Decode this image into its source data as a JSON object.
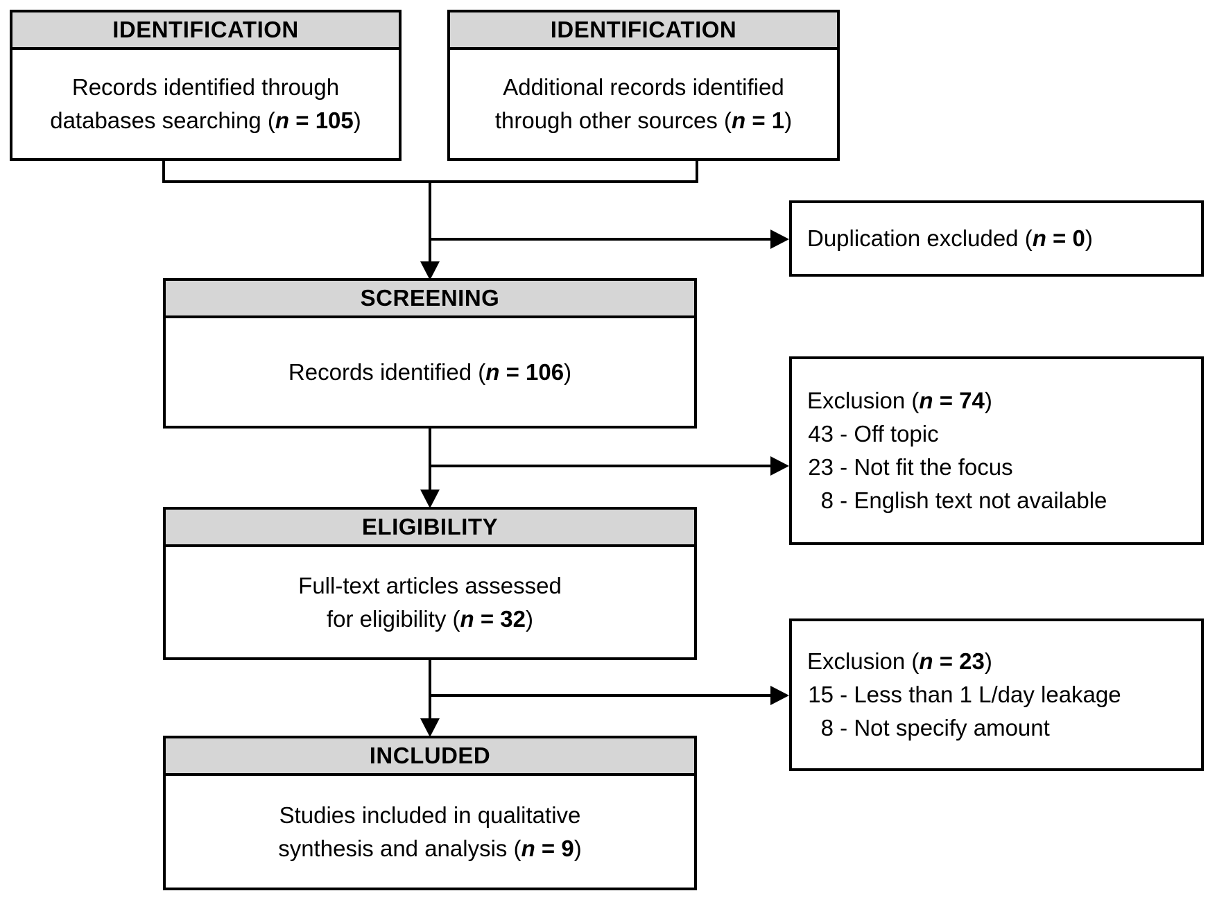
{
  "diagram": {
    "stages": {
      "identification_left": {
        "header": "IDENTIFICATION",
        "line1": "Records identified through",
        "line2_pre": "databases searching (",
        "n": "n",
        "eq": " = ",
        "value": "105",
        "close": ")"
      },
      "identification_right": {
        "header": "IDENTIFICATION",
        "line1": "Additional records identified",
        "line2_pre": "through other sources (",
        "n": "n",
        "eq": " = ",
        "value": "1",
        "close": ")"
      },
      "screening": {
        "header": "SCREENING",
        "line_pre": "Records identified (",
        "n": "n",
        "eq": " = ",
        "value": "106",
        "close": ")"
      },
      "eligibility": {
        "header": "ELIGIBILITY",
        "line1": "Full-text articles assessed",
        "line2_pre": "for eligibility (",
        "n": "n",
        "eq": " = ",
        "value": "32",
        "close": ")"
      },
      "included": {
        "header": "INCLUDED",
        "line1": "Studies included in qualitative",
        "line2_pre": "synthesis and analysis (",
        "n": "n",
        "eq": " = ",
        "value": "9",
        "close": ")"
      }
    },
    "side_notes": {
      "duplication": {
        "pre": "Duplication excluded (",
        "n": "n",
        "eq": " = ",
        "value": "0",
        "close": ")"
      },
      "screening_exclusion": {
        "title_pre": "Exclusion (",
        "n": "n",
        "eq": " = ",
        "value": "74",
        "close": ")",
        "separator": " - ",
        "items": [
          {
            "count": "43",
            "reason": "Off topic"
          },
          {
            "count": "23",
            "reason": "Not fit the focus"
          },
          {
            "count": "8",
            "reason": "English text not available"
          }
        ]
      },
      "eligibility_exclusion": {
        "title_pre": "Exclusion (",
        "n": "n",
        "eq": " = ",
        "value": "23",
        "close": ")",
        "separator": " - ",
        "items": [
          {
            "count": "15",
            "reason": "Less than 1 L/day leakage"
          },
          {
            "count": "8",
            "reason": "Not specify amount"
          }
        ]
      }
    },
    "colors": {
      "header_bg": "#d6d6d6",
      "border": "#000000",
      "background": "#ffffff",
      "text": "#000000"
    }
  }
}
